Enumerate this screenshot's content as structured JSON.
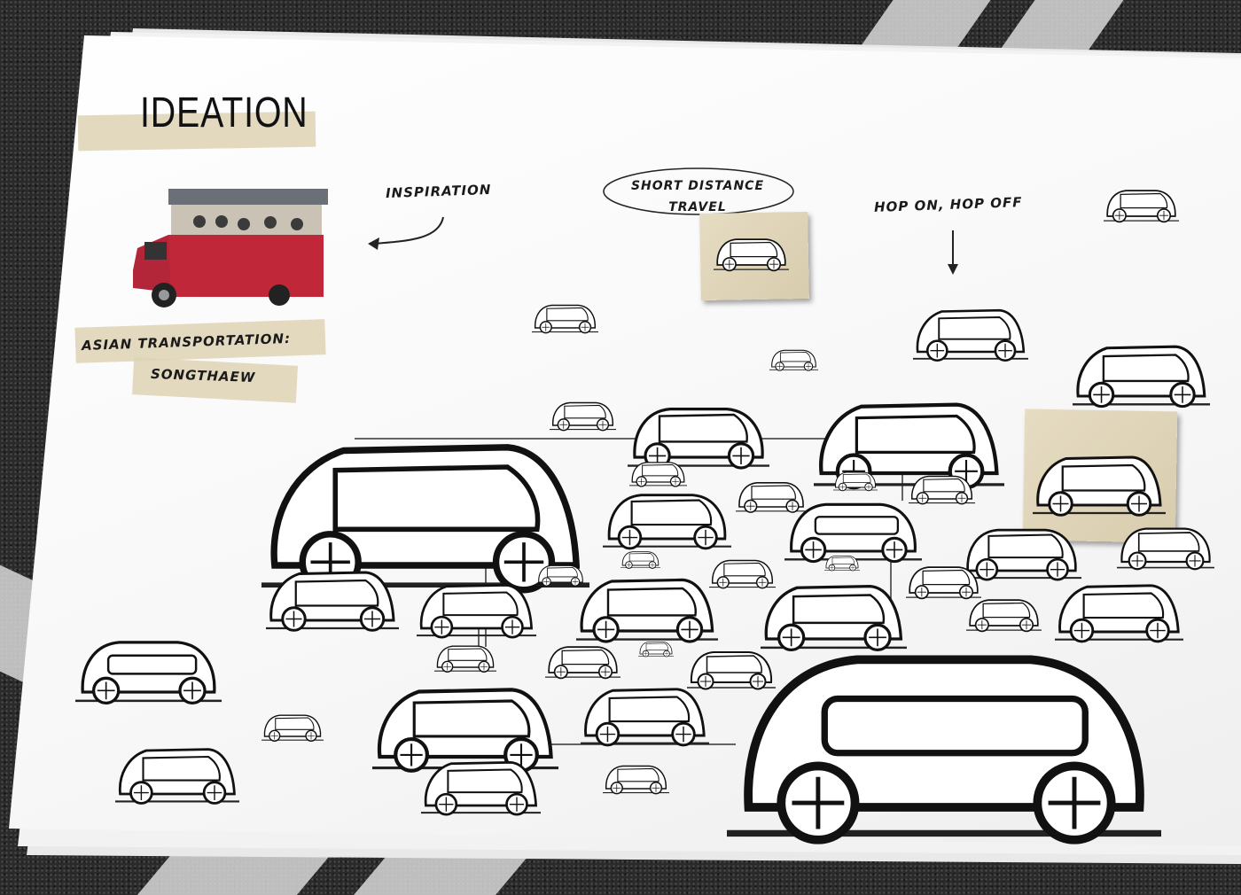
{
  "title": "IDEATION",
  "labels": {
    "inspiration": "INSPIRATION",
    "short_distance": "SHORT DISTANCE TRAVEL",
    "hop_on": "HOP ON, HOP OFF",
    "asian_transport_line1": "ASIAN TRANSPORTATION:",
    "asian_transport_line2": "SONGTHAEW"
  },
  "colors": {
    "truck_red": "#c0283a",
    "tape": "#ddd1b3",
    "ink": "#1a1a1a"
  }
}
